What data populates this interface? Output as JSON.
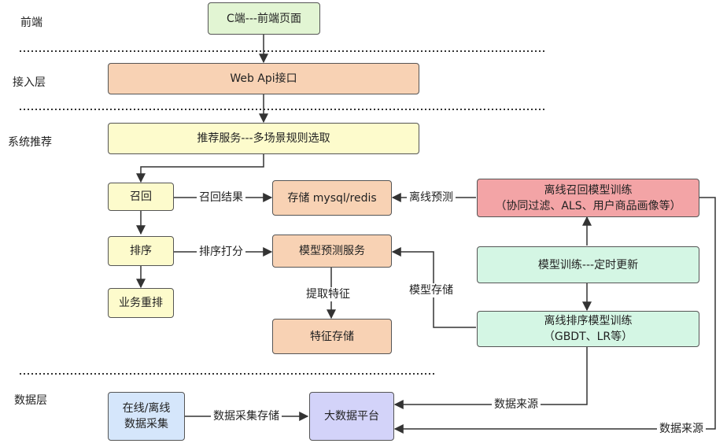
{
  "layers": {
    "frontend": "前端",
    "access": "接入层",
    "recommend": "系统推荐",
    "data": "数据层"
  },
  "nodes": {
    "c_end": "C端---前端页面",
    "web_api": "Web Api接口",
    "rec_service": "推荐服务---多场景规则选取",
    "recall": "召回",
    "rank": "排序",
    "rerank": "业务重排",
    "storage": "存储 mysql/redis",
    "predict": "模型预测服务",
    "feature_store": "特征存储",
    "offline_recall": {
      "line1": "离线召回模型训练",
      "line2": "（协同过滤、ALS、用户商品画像等）"
    },
    "model_train": "模型训练---定时更新",
    "offline_rank": {
      "line1": "离线排序模型训练",
      "line2": "（GBDT、LR等）"
    },
    "collect": {
      "line1": "在线/离线",
      "line2": "数据采集"
    },
    "bigdata": "大数据平台"
  },
  "edges": {
    "recall_result": "召回结果",
    "rank_score": "排序打分",
    "offline_predict": "离线预测",
    "extract_feature": "提取特征",
    "model_storage": "模型存储",
    "collect_storage": "数据采集存储",
    "data_source_1": "数据来源",
    "data_source_2": "数据来源"
  },
  "colors": {
    "green": "#e2f5d3",
    "orange": "#f8d2b4",
    "yellow": "#fdfbcc",
    "red": "#f3a4a6",
    "mint": "#d4f6e4",
    "blue": "#d5e6fb",
    "purple": "#d3d3f9",
    "line": "#333333"
  }
}
